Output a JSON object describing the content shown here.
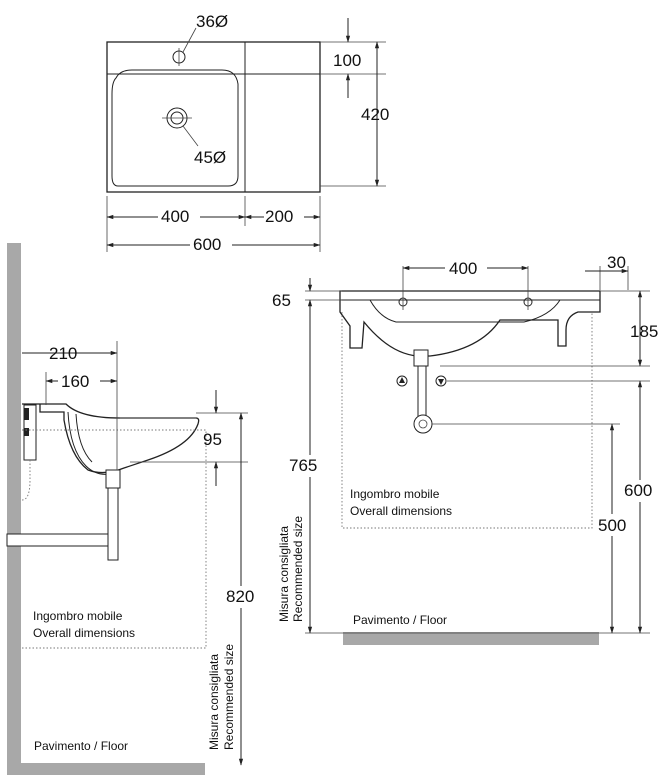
{
  "top_view": {
    "tap_hole": "36Ø",
    "drain_hole": "45Ø",
    "depth_top": "100",
    "depth_total": "420",
    "width_basin": "400",
    "width_shelf": "200",
    "width_total": "600"
  },
  "side_view": {
    "depth_210": "210",
    "depth_160": "160",
    "height_95": "95",
    "height_820": "820",
    "recommended_line1": "Misura consigliata",
    "recommended_line2": "Recommended size",
    "cabinet_line1": "Ingombro mobile",
    "cabinet_line2": "Overall dimensions",
    "floor": "Pavimento / Floor"
  },
  "front_view": {
    "hole_spacing": "400",
    "edge_30": "30",
    "rim_65": "65",
    "height_185": "185",
    "height_765": "765",
    "height_600": "600",
    "height_500": "500",
    "recommended_line1": "Misura consigliata",
    "recommended_line2": "Recommended size",
    "cabinet_line1": "Ingombro mobile",
    "cabinet_line2": "Overall dimensions",
    "floor": "Pavimento / Floor"
  }
}
